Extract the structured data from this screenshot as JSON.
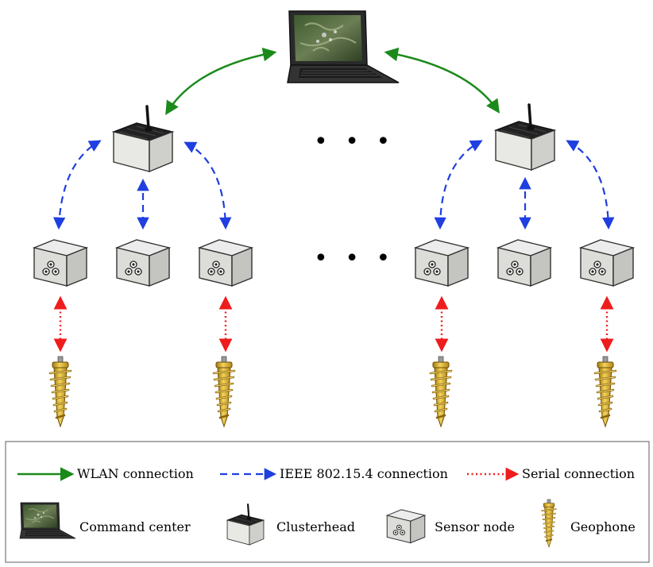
{
  "diagram": {
    "ellipsis_symbol": "• • •",
    "legend": {
      "connections": [
        {
          "id": "wlan",
          "label": "WLAN connection",
          "color": "#1b8a1b",
          "style": "solid"
        },
        {
          "id": "ieee",
          "label": "IEEE 802.15.4 connection",
          "color": "#1f3fe0",
          "style": "dashed"
        },
        {
          "id": "serial",
          "label": "Serial connection",
          "color": "#ee1c1c",
          "style": "dotted"
        }
      ],
      "devices": [
        {
          "id": "command-center",
          "label": "Command center",
          "icon": "laptop-icon"
        },
        {
          "id": "clusterhead",
          "label": "Clusterhead",
          "icon": "clusterhead-icon"
        },
        {
          "id": "sensor-node",
          "label": "Sensor node",
          "icon": "sensor-node-icon"
        },
        {
          "id": "geophone",
          "label": "Geophone",
          "icon": "geophone-icon"
        }
      ]
    }
  }
}
